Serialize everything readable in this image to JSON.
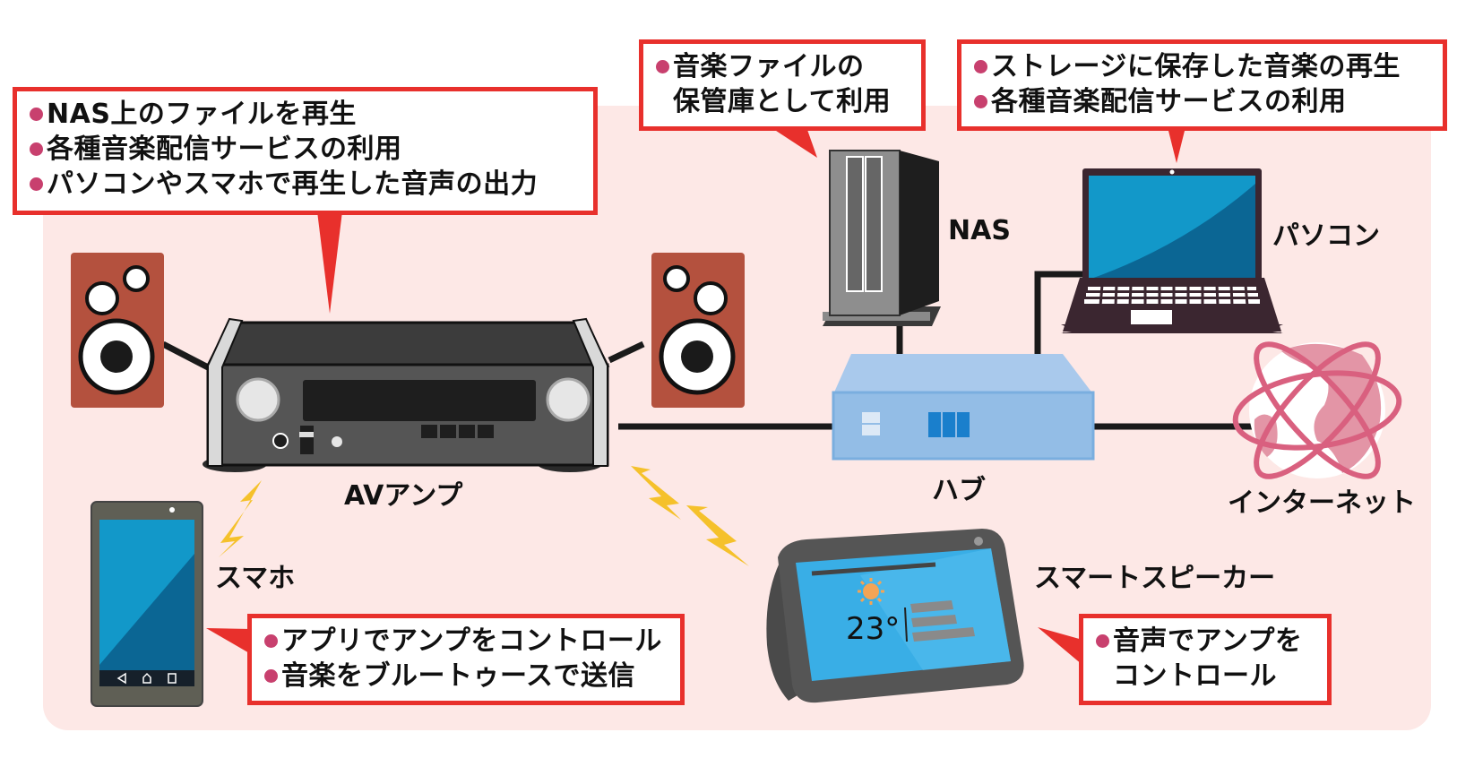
{
  "diagram": {
    "theme": {
      "panel_color": "#fde8e6",
      "callout_border": "#e8302c",
      "bullet_color": "#c8406e",
      "lightning_color": "#f5c12b",
      "cable_color": "#1a1a1a"
    },
    "devices": {
      "av_amp": {
        "label": "AVアンプ"
      },
      "nas": {
        "label": "NAS"
      },
      "pc": {
        "label": "パソコン"
      },
      "hub": {
        "label": "ハブ"
      },
      "internet": {
        "label": "インターネット"
      },
      "smartphone": {
        "label": "スマホ"
      },
      "smart_speaker": {
        "label": "スマートスピーカー",
        "screen_temperature": "23°"
      }
    },
    "callouts": {
      "av_amp": {
        "lines": [
          "NAS上のファイルを再生",
          "各種音楽配信サービスの利用",
          "パソコンやスマホで再生した音声の出力"
        ]
      },
      "nas": {
        "lines": [
          "音楽ファイルの",
          "保管庫として利用"
        ]
      },
      "pc": {
        "lines": [
          "ストレージに保存した音楽の再生",
          "各種音楽配信サービスの利用"
        ]
      },
      "smartphone": {
        "lines": [
          "アプリでアンプをコントロール",
          "音楽をブルートゥースで送信"
        ]
      },
      "smart_speaker": {
        "lines": [
          "音声でアンプを",
          "コントロール"
        ]
      }
    },
    "connections": [
      {
        "from": "speaker-left",
        "to": "AVアンプ",
        "type": "cable"
      },
      {
        "from": "speaker-right",
        "to": "AVアンプ",
        "type": "cable"
      },
      {
        "from": "AVアンプ",
        "to": "ハブ",
        "type": "cable"
      },
      {
        "from": "NAS",
        "to": "ハブ",
        "type": "cable"
      },
      {
        "from": "パソコン",
        "to": "ハブ",
        "type": "cable"
      },
      {
        "from": "ハブ",
        "to": "インターネット",
        "type": "cable"
      },
      {
        "from": "スマホ",
        "to": "AVアンプ",
        "type": "wireless"
      },
      {
        "from": "スマートスピーカー",
        "to": "AVアンプ",
        "type": "wireless"
      }
    ]
  }
}
